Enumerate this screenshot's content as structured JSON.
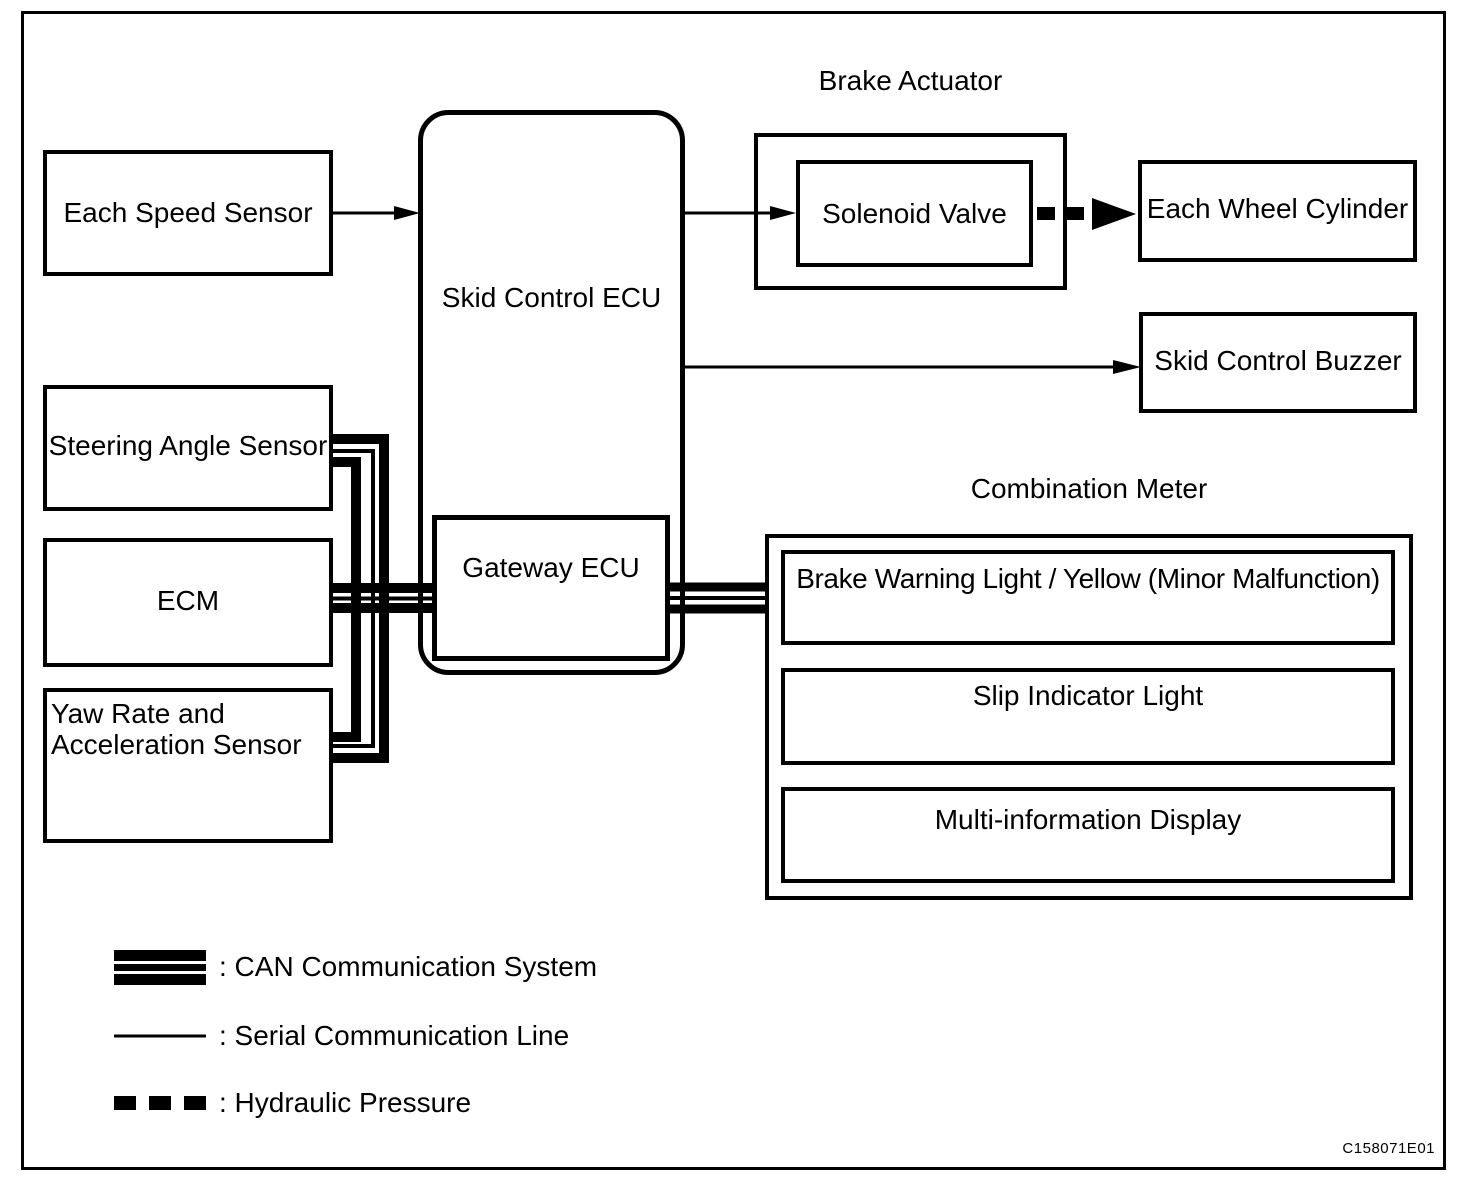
{
  "diagram": {
    "nodes": {
      "each_speed_sensor": "Each Speed Sensor",
      "skid_control_ecu": "Skid Control ECU",
      "gateway_ecu": "Gateway ECU",
      "steering_angle_sensor": "Steering Angle Sensor",
      "ecm": "ECM",
      "yaw_rate_sensor": "Yaw Rate and Acceleration Sensor",
      "brake_actuator": "Brake Actuator",
      "solenoid_valve": "Solenoid Valve",
      "each_wheel_cylinder": "Each Wheel Cylinder",
      "skid_control_buzzer": "Skid Control Buzzer",
      "combination_meter": "Combination Meter",
      "brake_warning_light": "Brake Warning Light / Yellow (Minor Malfunction)",
      "slip_indicator_light": "Slip Indicator Light",
      "multi_information_display": "Multi-information Display"
    },
    "legend": [
      {
        "symbol": "can-triple-line",
        "label": ": CAN Communication System"
      },
      {
        "symbol": "serial-thin-line",
        "label": ": Serial Communication Line"
      },
      {
        "symbol": "hydraulic-dashed-line",
        "label": ": Hydraulic Pressure"
      }
    ],
    "figure_code": "C158071E01",
    "colors": {
      "line": "#000000",
      "background": "#ffffff"
    }
  }
}
